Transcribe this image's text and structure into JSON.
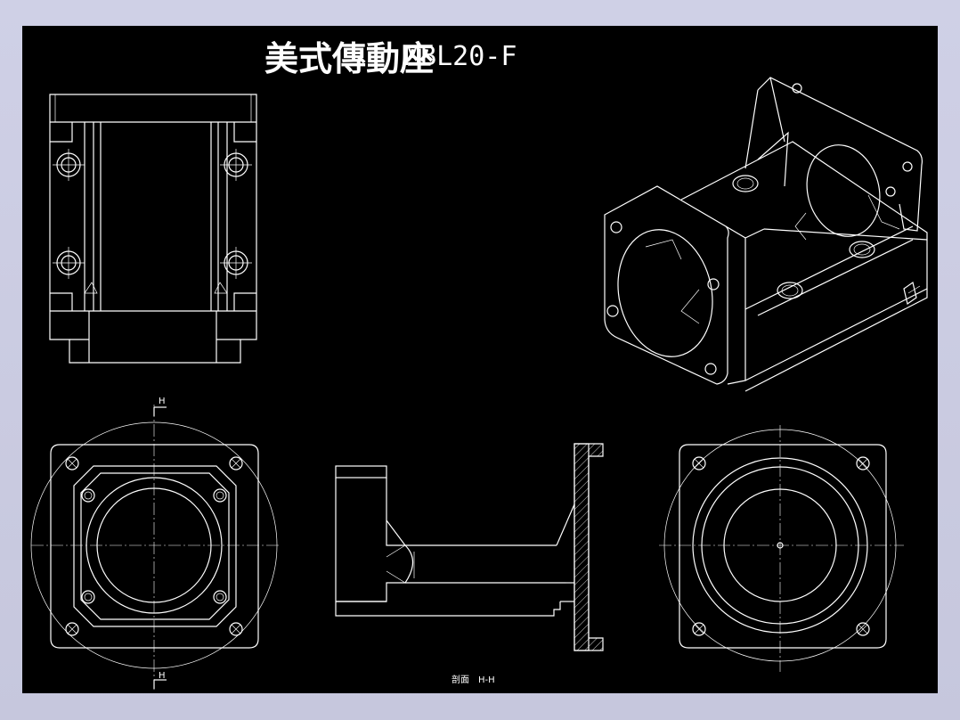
{
  "title": {
    "chinese": "美式傳動座",
    "code": "MBL20-F"
  },
  "section_marks": {
    "top": "H",
    "bottom": "H",
    "caption_glyph": "剖面",
    "caption": "H-H"
  },
  "colors": {
    "frame": "#c9cadf",
    "canvas": "#000000",
    "lines": "#ffffff"
  }
}
